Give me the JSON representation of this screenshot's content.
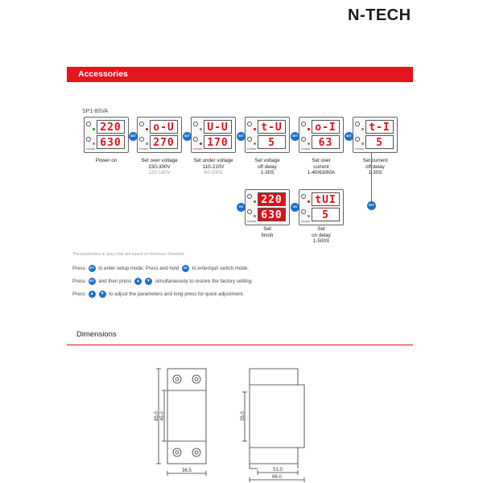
{
  "brand": {
    "logo_text": "N-TECH"
  },
  "accessories": {
    "section_title": "Accessories",
    "model": "SP1-80VA",
    "units": [
      {
        "top": "220",
        "bottom": "630",
        "caption": [
          "Power on"
        ],
        "gray": ""
      },
      {
        "top": "o-U",
        "bottom": "270",
        "caption": [
          "Set over voltage",
          "230-300V"
        ],
        "gray": "120-180V"
      },
      {
        "top": "U-U",
        "bottom": "170",
        "caption": [
          "Set under voltage",
          "110-210V"
        ],
        "gray": "60-100V"
      },
      {
        "top": "t-U",
        "bottom": "5",
        "caption": [
          "Set voltage",
          "off delay",
          "1-30S"
        ],
        "gray": ""
      },
      {
        "top": "o-I",
        "bottom": "63",
        "caption": [
          "Set over",
          "current",
          "1-40/63/80A"
        ],
        "gray": ""
      },
      {
        "top": "t-I",
        "bottom": "5",
        "caption": [
          "Set current",
          "off delay",
          "1-30S"
        ],
        "gray": ""
      },
      {
        "top": "220",
        "bottom": "630",
        "caption": [
          "Set",
          "finish"
        ],
        "gray": ""
      },
      {
        "top": "tUI",
        "bottom": "5",
        "caption": [
          "Set",
          "on delay",
          "1-500S"
        ],
        "gray": ""
      }
    ],
    "buttons": {
      "set": "SET",
      "ok": "OK",
      "up": "▲",
      "down": "▼"
    },
    "unit_small_label": "POWER",
    "note": "The parameters in gray color are based on American Standard.",
    "instructions": {
      "line1_a": "Press",
      "line1_b": "to enter setup mode; Press and hold",
      "line1_c": "to enter/quit switch mode.",
      "line2_a": "Press",
      "line2_b": "and then press",
      "line2_c": "simultaneously to restore the factory setting.",
      "line3_a": "Press",
      "line3_b": "to adjust the parameters and long press for quick adjustment."
    }
  },
  "dimensions": {
    "title": "Dimensions",
    "labels": {
      "h_outer": "85.0",
      "h_inner": "45.0",
      "width_front": "36.5",
      "h_side": "35.0",
      "w_side_inner": "51.0",
      "w_side_outer": "66.0"
    }
  }
}
